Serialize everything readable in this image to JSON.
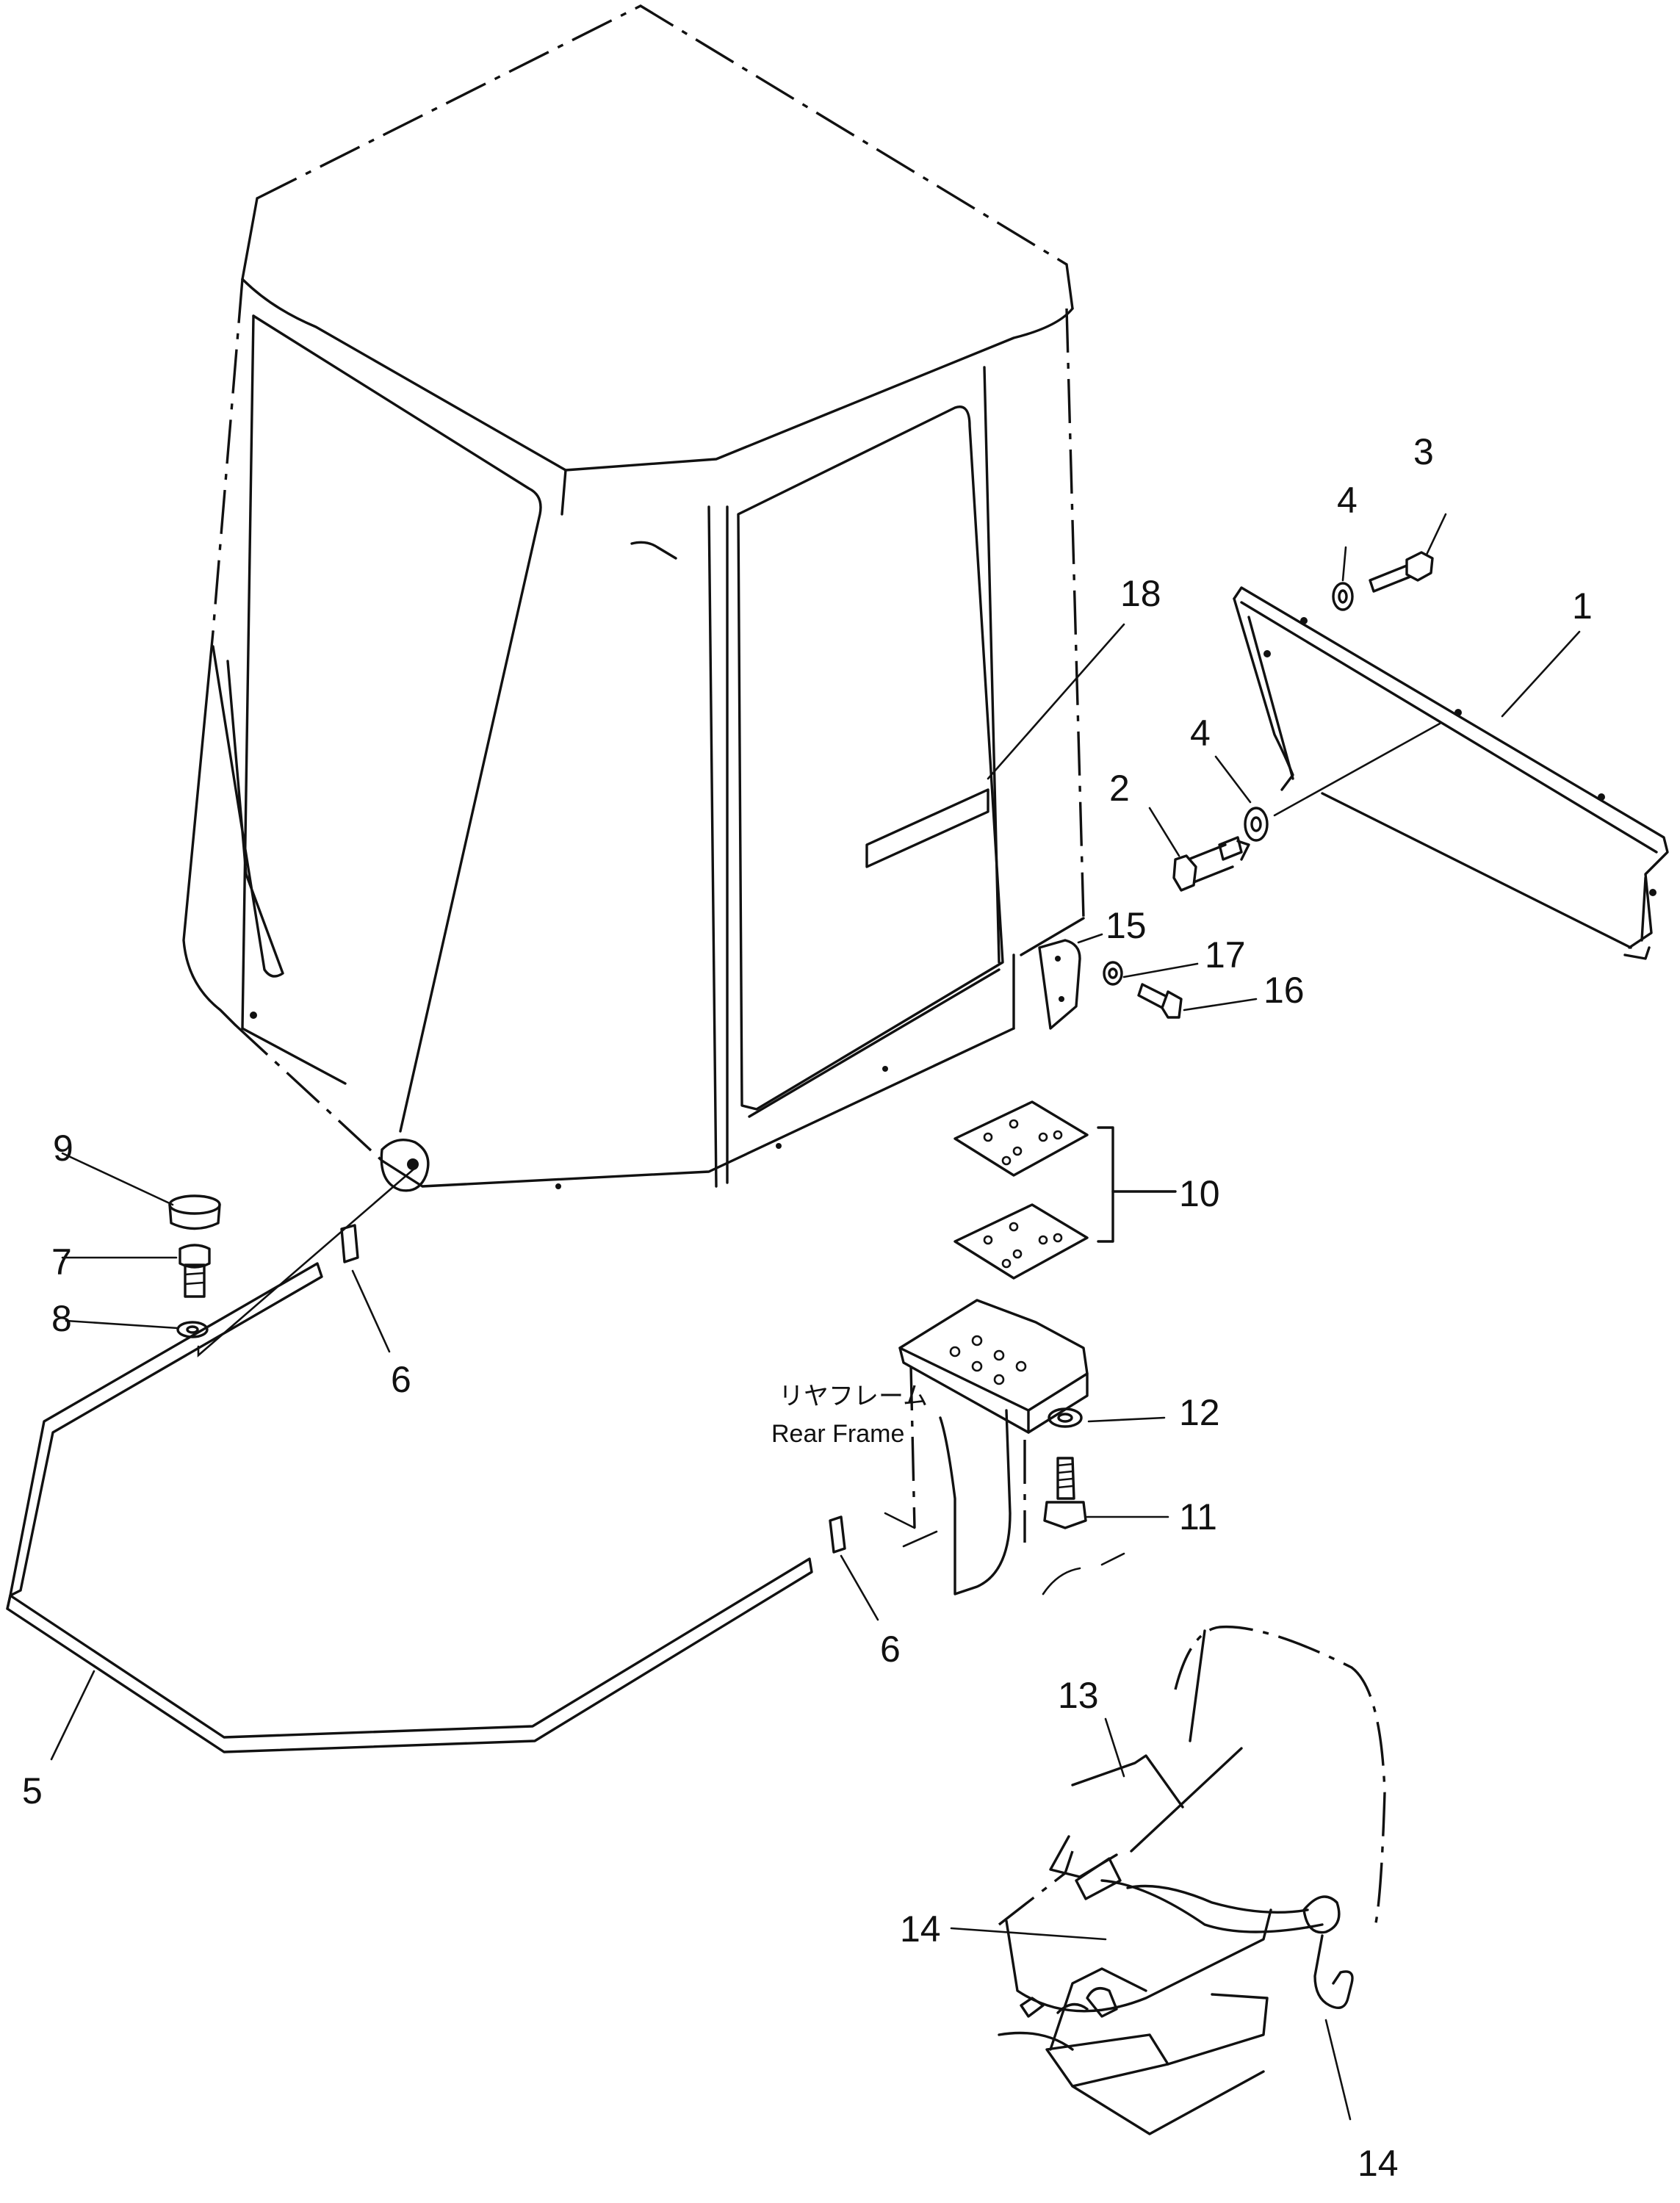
{
  "callouts": {
    "c1": "1",
    "c2": "2",
    "c3": "3",
    "c4a": "4",
    "c4b": "4",
    "c5": "5",
    "c6a": "6",
    "c6b": "6",
    "c7": "7",
    "c8": "8",
    "c9": "9",
    "c10": "10",
    "c11": "11",
    "c12": "12",
    "c13": "13",
    "c14a": "14",
    "c14b": "14",
    "c15": "15",
    "c16": "16",
    "c17": "17",
    "c18": "18"
  },
  "labels": {
    "rear_frame_jp": "リヤフレーム",
    "rear_frame_en": "Rear Frame"
  }
}
